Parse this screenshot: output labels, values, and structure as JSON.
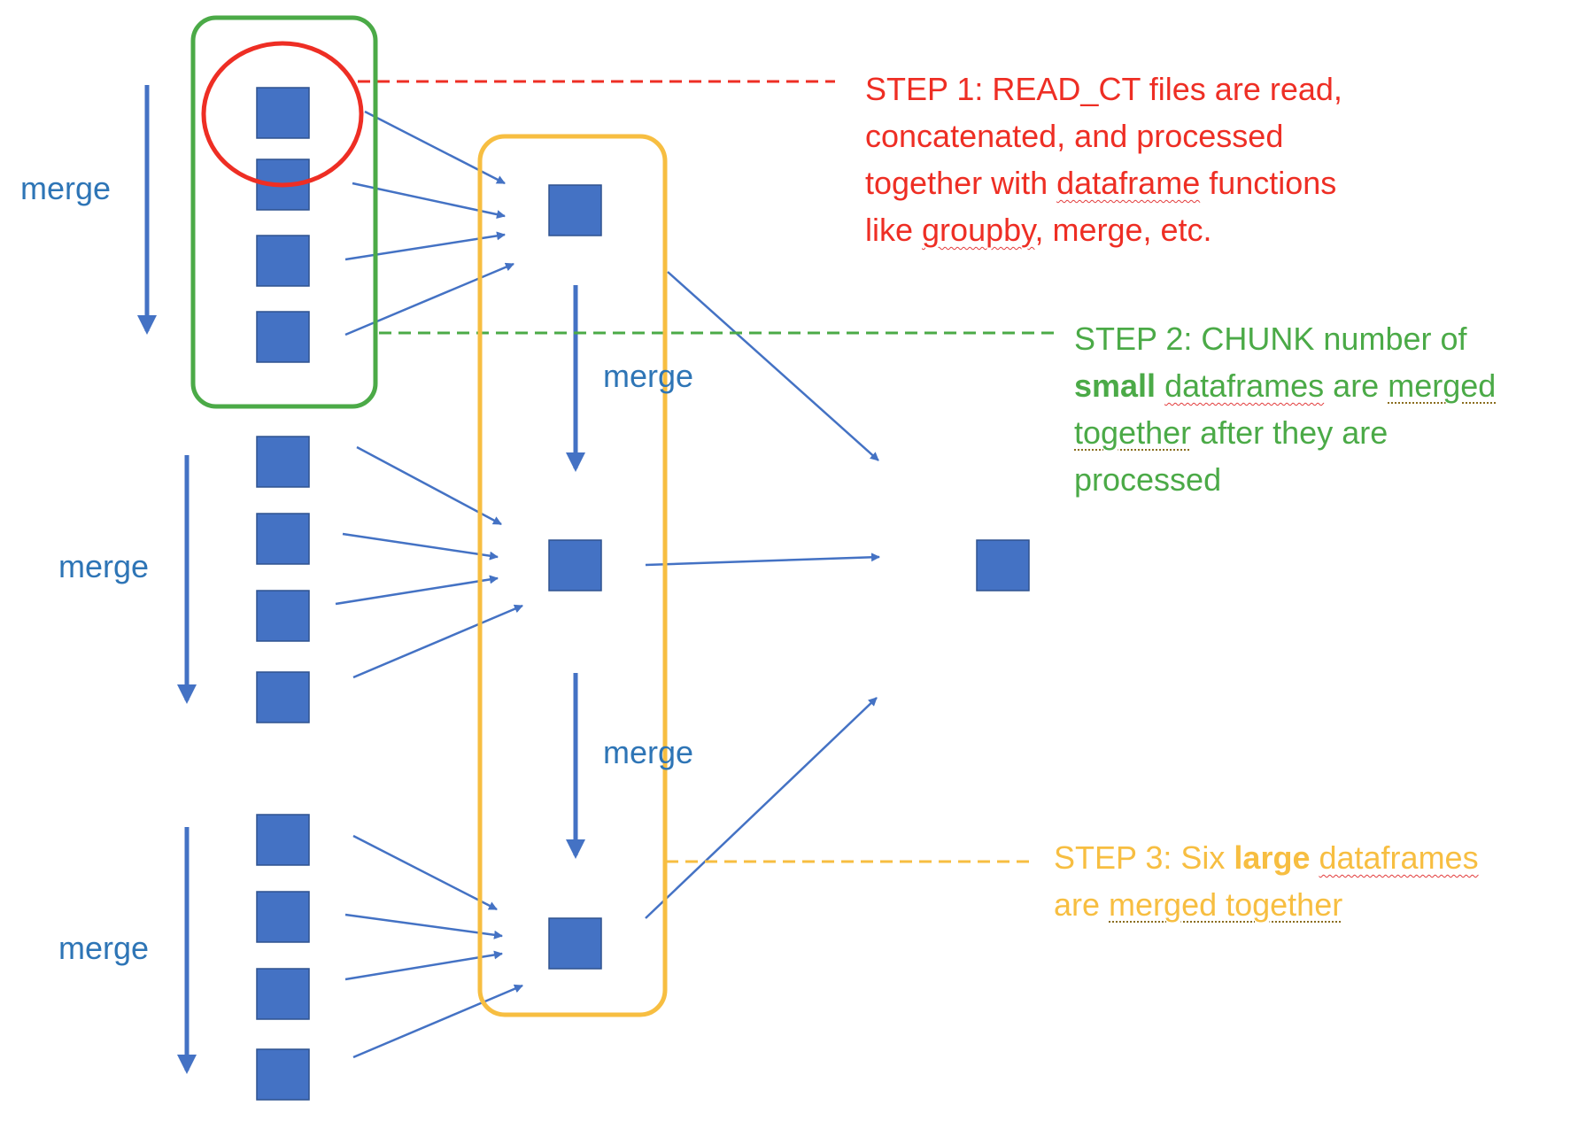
{
  "colors": {
    "node": "#4472C4",
    "node_stroke": "#2F528F",
    "arrow": "#4472C4",
    "merge_text": "#2E75B6",
    "step1": "#EE2E24",
    "step2": "#4BAA47",
    "step3": "#F7BE41"
  },
  "merge_labels": [
    "merge",
    "merge",
    "merge",
    "merge",
    "merge"
  ],
  "steps": {
    "step1": {
      "lines": [
        [
          "STEP 1: READ_CT files are read,"
        ],
        [
          "concatenated, and processed"
        ],
        [
          "together with ",
          "dataframe",
          " functions"
        ],
        [
          "like ",
          "groupby",
          ", merge, etc."
        ]
      ]
    },
    "step2": {
      "lines": [
        [
          "STEP 2: CHUNK number of"
        ],
        [
          "small",
          " ",
          "dataframes",
          " are ",
          "merged"
        ],
        [
          "together",
          " after they are"
        ],
        [
          "processed"
        ]
      ]
    },
    "step3": {
      "lines": [
        [
          "STEP 3: Six ",
          "large",
          " ",
          "dataframes"
        ],
        [
          "are ",
          "merged together"
        ]
      ]
    }
  }
}
